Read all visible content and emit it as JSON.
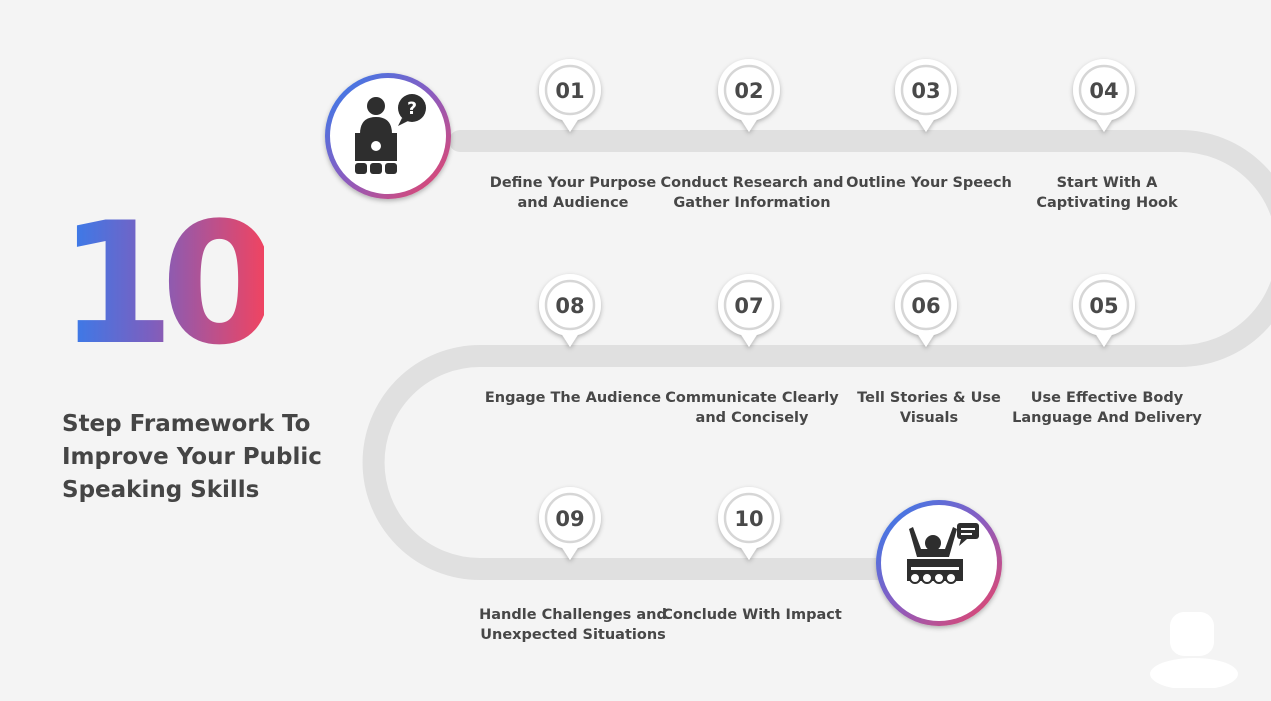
{
  "headline": {
    "big_number": "10",
    "subtitle": "Step Framework To Improve Your Public Speaking Skills"
  },
  "colors": {
    "blue": "#2f7ff0",
    "purple": "#7c5fbf",
    "red": "#ef4462",
    "track": "#e0e0e0",
    "text": "#474747"
  },
  "steps": [
    {
      "number": "01",
      "label": "Define Your Purpose and Audience"
    },
    {
      "number": "02",
      "label": "Conduct Research and Gather Information"
    },
    {
      "number": "03",
      "label": "Outline Your Speech"
    },
    {
      "number": "04",
      "label": "Start With A Captivating Hook"
    },
    {
      "number": "05",
      "label": "Use Effective Body Language And Delivery"
    },
    {
      "number": "06",
      "label": "Tell Stories & Use Visuals"
    },
    {
      "number": "07",
      "label": "Communicate Clearly and Concisely"
    },
    {
      "number": "08",
      "label": "Engage The Audience"
    },
    {
      "number": "09",
      "label": "Handle Challenges and Unexpected Situations"
    },
    {
      "number": "10",
      "label": "Conclude With Impact"
    }
  ],
  "icons": {
    "start": "speaker-at-podium-question-icon",
    "end": "speaker-cheering-audience-icon"
  }
}
